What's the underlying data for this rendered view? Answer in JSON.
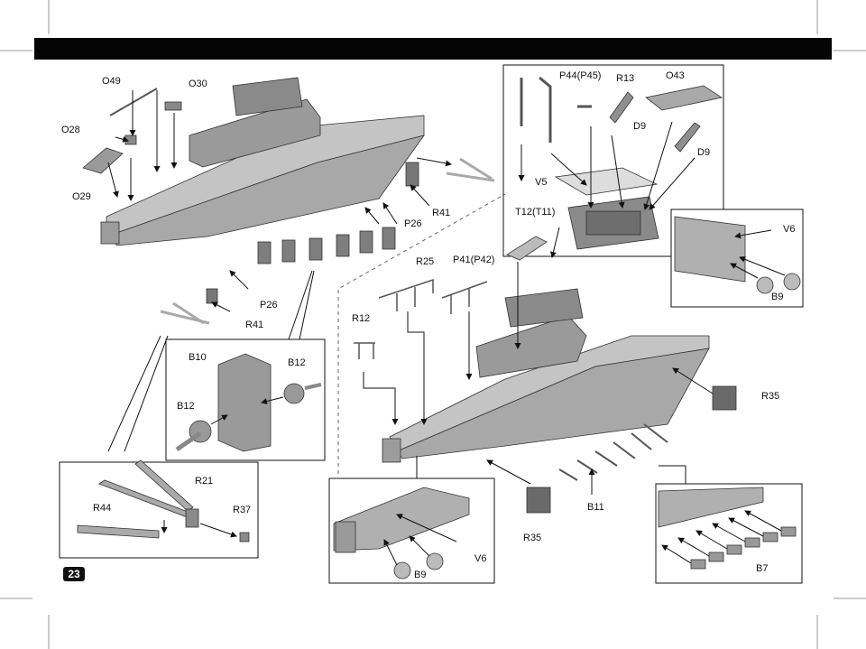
{
  "page_number": "23",
  "parts": {
    "o49": "O49",
    "o30": "O30",
    "o28": "O28",
    "o29": "O29",
    "r41_top": "R41",
    "p26_top": "P26",
    "p26_low": "P26",
    "r41_low": "R41",
    "p44": "P44(P45)",
    "r13": "R13",
    "o43": "O43",
    "d9_a": "D9",
    "d9_b": "D9",
    "v5": "V5",
    "t12": "T12(T11)",
    "v6_top": "V6",
    "b9_top": "B9",
    "r25": "R25",
    "p41": "P41(P42)",
    "r12": "R12",
    "r35_right": "R35",
    "r35_bottom": "R35",
    "b11": "B11",
    "b10": "B10",
    "b12_a": "B12",
    "b12_b": "B12",
    "r21": "R21",
    "r44": "R44",
    "r37": "R37",
    "v6_low": "V6",
    "b9_low": "B9",
    "b7": "B7"
  },
  "colors": {
    "header": "#050505",
    "hull": "#b9b9b9",
    "hull_dark": "#8e8e8e",
    "line": "#111111"
  }
}
